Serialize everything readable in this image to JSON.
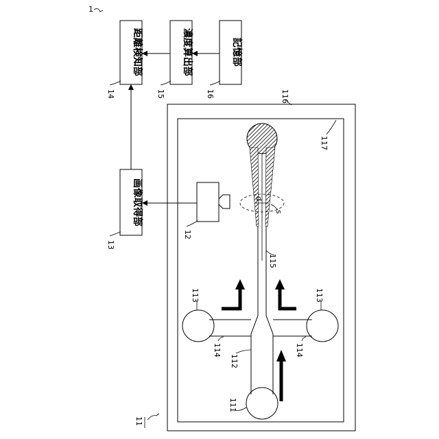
{
  "figure": {
    "system_ref": "1",
    "chip_ref": "11",
    "labels": {
      "inlet_port": "111",
      "main_channel": "112",
      "side_ports": "113",
      "side_channels": "114",
      "merged_channel": "115",
      "chip_frame": "116",
      "chip_inner": "117",
      "camera": "12",
      "width_d": "d",
      "spot_s": "s"
    },
    "blocks": {
      "image_acquisition": {
        "ref": "13",
        "text": "画像取得部"
      },
      "distance_detection": {
        "ref": "14",
        "text": "距離検知部"
      },
      "concentration_calc": {
        "ref": "15",
        "text": "濃度算出部"
      },
      "storage": {
        "ref": "16",
        "text": "記憶部"
      }
    }
  }
}
